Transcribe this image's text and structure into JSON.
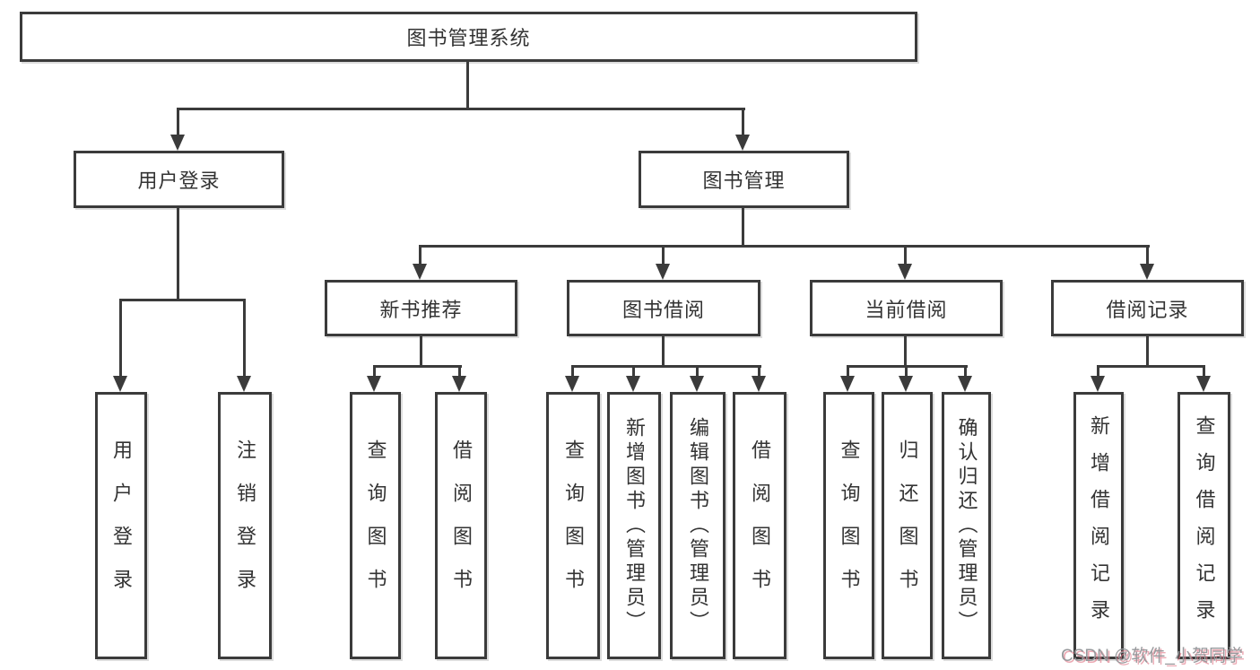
{
  "tree": {
    "root": {
      "label": "图书管理系统"
    },
    "branches": [
      {
        "label": "用户登录",
        "children": [
          {
            "label": "用户登录"
          },
          {
            "label": "注销登录"
          }
        ]
      },
      {
        "label": "图书管理",
        "children": [
          {
            "label": "新书推荐",
            "children": [
              {
                "label": "查询图书"
              },
              {
                "label": "借阅图书"
              }
            ]
          },
          {
            "label": "图书借阅",
            "children": [
              {
                "label": "查询图书"
              },
              {
                "label": "新增图书（管理员）"
              },
              {
                "label": "编辑图书（管理员）"
              },
              {
                "label": "借阅图书"
              }
            ]
          },
          {
            "label": "当前借阅",
            "children": [
              {
                "label": "查询图书"
              },
              {
                "label": "归还图书"
              },
              {
                "label": "确认归还（管理员）"
              }
            ]
          },
          {
            "label": "借阅记录",
            "children": [
              {
                "label": "新增借阅记录"
              },
              {
                "label": "查询借阅记录"
              }
            ]
          }
        ]
      }
    ]
  },
  "colors": {
    "line": "#3b3b3b",
    "text": "#333333",
    "watermark": "#97999c"
  },
  "watermark": {
    "text": "CSDN @软件_小贺同学"
  }
}
